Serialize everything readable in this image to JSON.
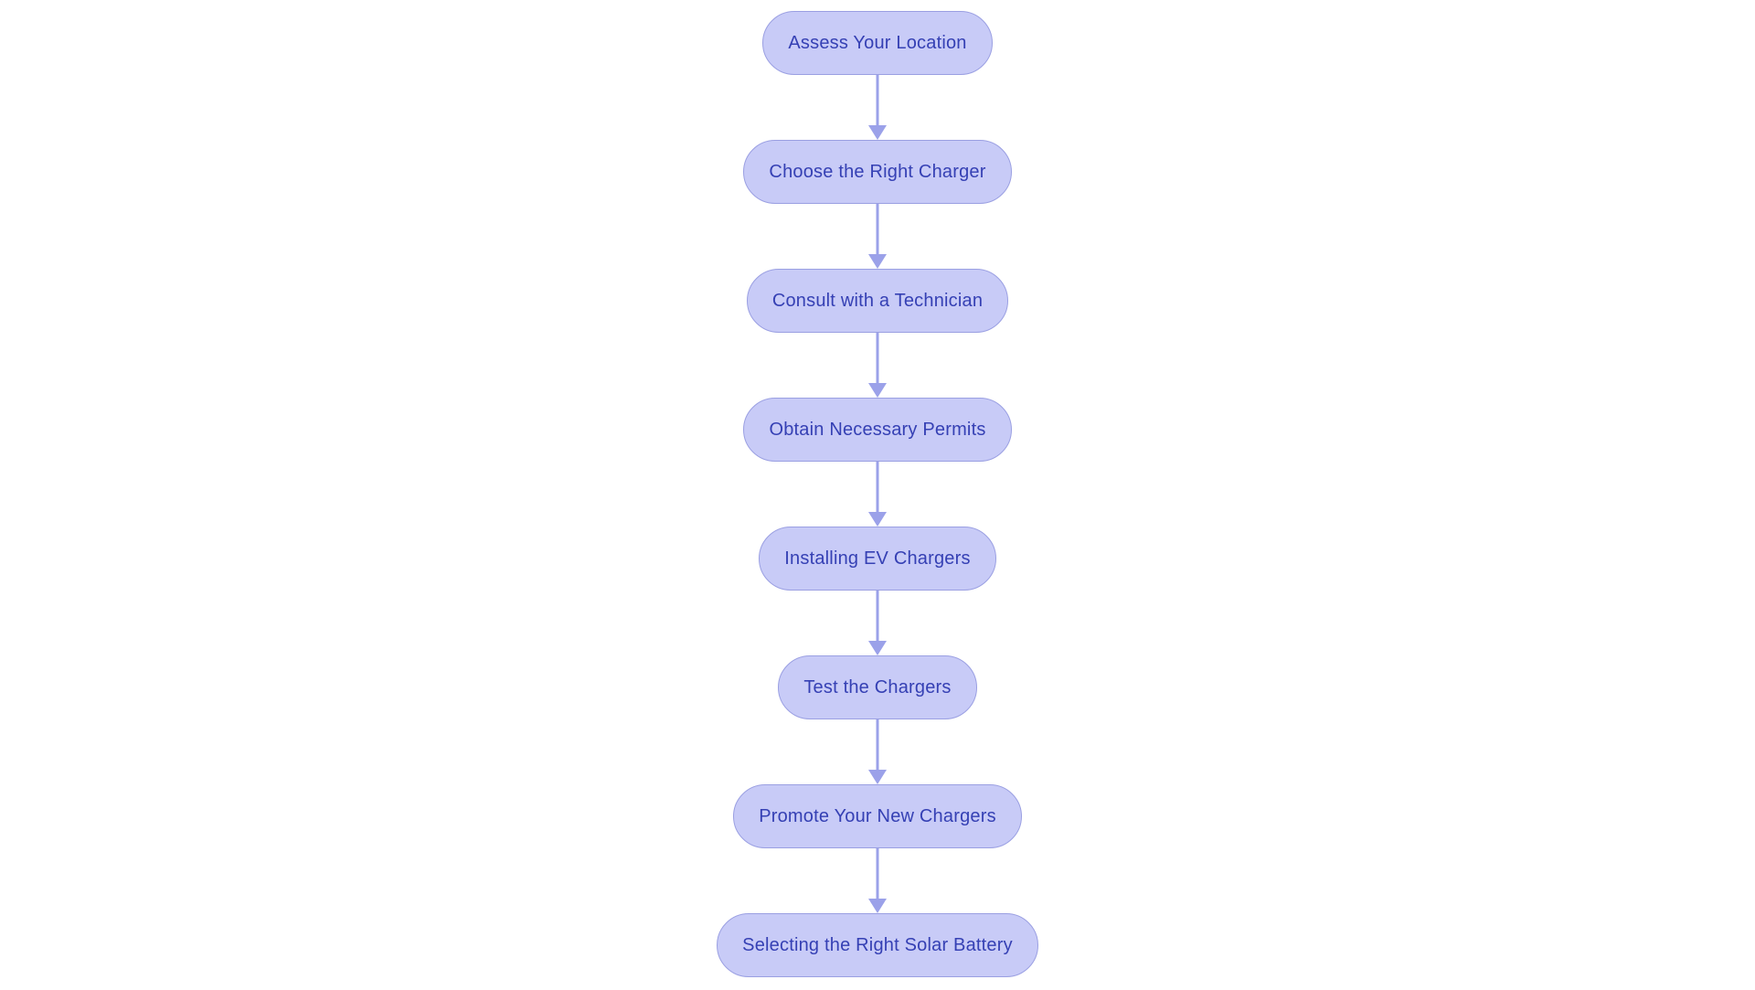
{
  "diagram": {
    "type": "flowchart",
    "direction": "top-down",
    "nodes": [
      {
        "id": "assess-your-location",
        "label": "Assess Your Location"
      },
      {
        "id": "choose-the-right-charger",
        "label": "Choose the Right Charger"
      },
      {
        "id": "consult-with-a-technician",
        "label": "Consult with a Technician"
      },
      {
        "id": "obtain-necessary-permits",
        "label": "Obtain Necessary Permits"
      },
      {
        "id": "installing-ev-chargers",
        "label": "Installing EV Chargers"
      },
      {
        "id": "test-the-chargers",
        "label": "Test the Chargers"
      },
      {
        "id": "promote-your-new-chargers",
        "label": "Promote Your New Chargers"
      },
      {
        "id": "selecting-the-right-solar-battery",
        "label": "Selecting the Right Solar Battery"
      }
    ],
    "edges": [
      {
        "from": 0,
        "to": 1
      },
      {
        "from": 1,
        "to": 2
      },
      {
        "from": 2,
        "to": 3
      },
      {
        "from": 3,
        "to": 4
      },
      {
        "from": 4,
        "to": 5
      },
      {
        "from": 5,
        "to": 6
      },
      {
        "from": 6,
        "to": 7
      }
    ]
  },
  "colors": {
    "node-fill": "#c8cbf7",
    "node-border": "#9a9fe2",
    "node-text": "#3540b4",
    "arrow": "#9ba1e9",
    "background": "#ffffff"
  }
}
